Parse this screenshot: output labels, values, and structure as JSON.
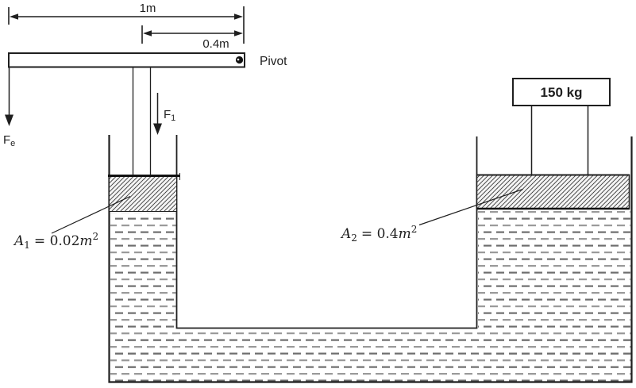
{
  "diagram": {
    "type": "hydraulic-lever-press",
    "dimensions": {
      "lever_length": "1m",
      "pivot_distance": "0.4m"
    },
    "pivot_label": "Pivot",
    "mass_label": "150 kg",
    "forces": {
      "effort": {
        "main": "F",
        "sub": "e"
      },
      "piston": {
        "main": "F",
        "sub": "1"
      }
    },
    "areas": {
      "a1": {
        "var": "A",
        "sub": "1",
        "eq": "= 0.02",
        "unit": "m",
        "sup": "2"
      },
      "a2": {
        "var": "A",
        "sub": "2",
        "eq": "= 0.4",
        "unit": "m",
        "sup": "2"
      }
    },
    "colors": {
      "line": "#1f1f1f",
      "hatch": "#3a3a3a",
      "liquid_dark": "#6e6e6e",
      "liquid_light": "#9a9a9a"
    }
  }
}
